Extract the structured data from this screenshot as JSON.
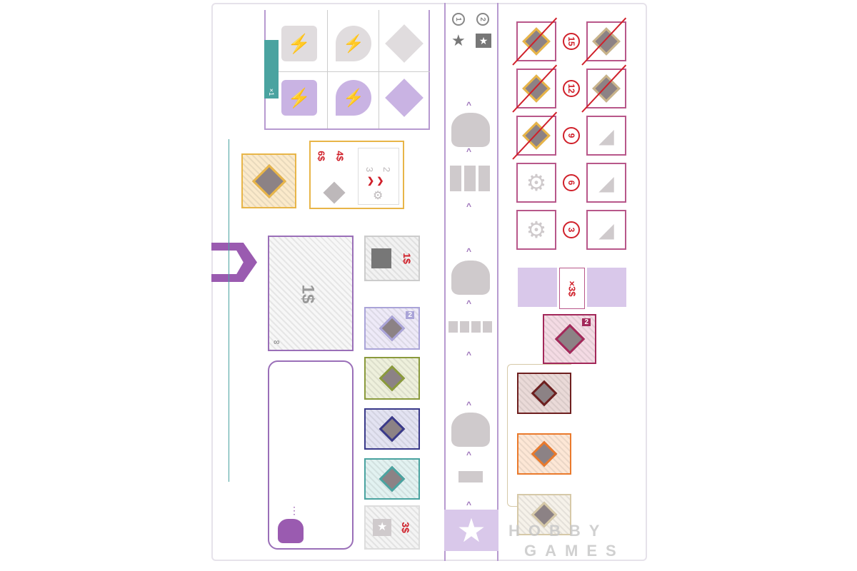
{
  "watermark": "HOBBY GAMES",
  "banner": {
    "label": "×1"
  },
  "center_track": {
    "rank_labels": [
      "1",
      "2"
    ]
  },
  "trade_box": {
    "costs": [
      "6$",
      "4$"
    ],
    "upgrades": [
      "3",
      "2"
    ]
  },
  "tech_ladder": {
    "levels": [
      "15",
      "12",
      "9",
      "6",
      "3"
    ]
  },
  "exchange": {
    "label": "×3$",
    "badge": "2"
  },
  "left_column": {
    "buy_cost": "1$",
    "badge": "2",
    "bottom_cost": "3$"
  },
  "big_box": {
    "value": "1$",
    "symbol": "∞",
    "dots": "⋮"
  },
  "colors": {
    "purple": "#9a6fb8",
    "lilac": "#d9c8ea",
    "red": "#d0202a",
    "teal": "#4aa3a0",
    "crimson": "#a3285a",
    "gold": "#e8b548"
  }
}
